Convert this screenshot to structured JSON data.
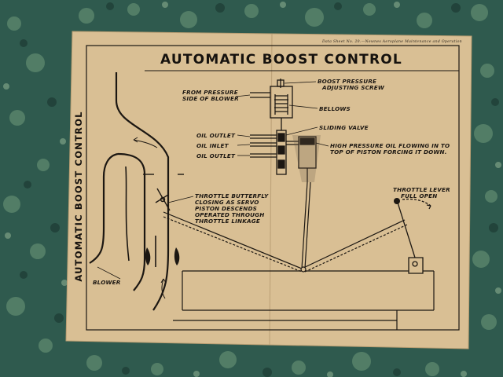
{
  "title": "AUTOMATIC BOOST CONTROL",
  "side_title": "AUTOMATIC BOOST CONTROL",
  "header_note": "Data Sheet No. 20.—Newnes Aeroplane Maintenance and Operation",
  "labels": {
    "boost_pressure_line1": "BOOST PRESSURE",
    "boost_pressure_line2": "ADJUSTING SCREW",
    "from_pressure_line1": "FROM PRESSURE",
    "from_pressure_line2": "SIDE OF BLOWER",
    "bellows": "BELLOWS",
    "sliding_valve": "SLIDING VALVE",
    "oil_outlet_top": "OIL OUTLET",
    "oil_inlet": "OIL INLET",
    "oil_outlet_bottom": "OIL OUTLET",
    "high_pressure_line1": "HIGH PRESSURE OIL FLOWING IN TO",
    "high_pressure_line2": "TOP OF PISTON FORCING IT DOWN.",
    "throttle_lever_line1": "THROTTLE LEVER",
    "throttle_lever_line2": "FULL OPEN",
    "butterfly_line1": "THROTTLE BUTTERFLY",
    "butterfly_line2": "CLOSING AS SERVO",
    "butterfly_line3": "PISTON DESCENDS",
    "butterfly_line4": "OPERATED THROUGH",
    "butterfly_line5": "THROTTLE LINKAGE",
    "blower": "BLOWER"
  },
  "colors": {
    "paper": "#d9bf94",
    "ink": "#1c1712",
    "background": "#2f5a4e"
  }
}
